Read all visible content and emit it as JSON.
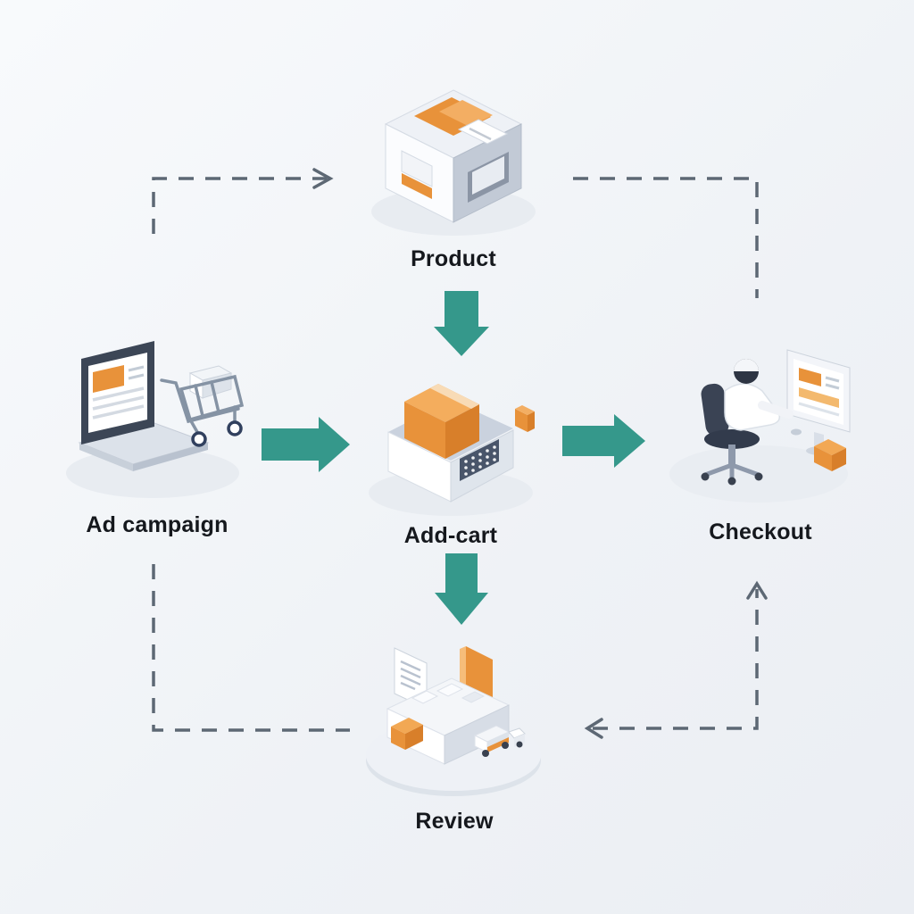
{
  "diagram": {
    "type": "flowchart",
    "topic": "E-commerce purchase funnel",
    "nodes": [
      {
        "id": "product",
        "label": "Product",
        "icon": "product-box-icon"
      },
      {
        "id": "ad-campaign",
        "label": "Ad campaign",
        "icon": "laptop-cart-icon"
      },
      {
        "id": "add-cart",
        "label": "Add-cart",
        "icon": "cart-box-icon"
      },
      {
        "id": "checkout",
        "label": "Checkout",
        "icon": "person-desk-icon"
      },
      {
        "id": "review",
        "label": "Review",
        "icon": "review-desk-icon"
      }
    ],
    "edges": [
      {
        "from": "Product",
        "to": "Add-cart",
        "style": "solid"
      },
      {
        "from": "Ad campaign",
        "to": "Add-cart",
        "style": "solid"
      },
      {
        "from": "Add-cart",
        "to": "Checkout",
        "style": "solid"
      },
      {
        "from": "Add-cart",
        "to": "Review",
        "style": "solid"
      },
      {
        "from": "Ad campaign",
        "to": "Product",
        "style": "dashed"
      },
      {
        "from": "Product",
        "to": "Checkout",
        "style": "dashed"
      },
      {
        "from": "Review",
        "to": "Checkout",
        "style": "dashed"
      },
      {
        "from": "Ad campaign",
        "to": "Review",
        "style": "dashed"
      }
    ],
    "colors": {
      "arrow_solid": "#35988b",
      "arrow_dashed": "#5d6874",
      "accent_orange": "#e8923a",
      "label_text": "#15181d",
      "background": "#f2f4f7"
    }
  }
}
